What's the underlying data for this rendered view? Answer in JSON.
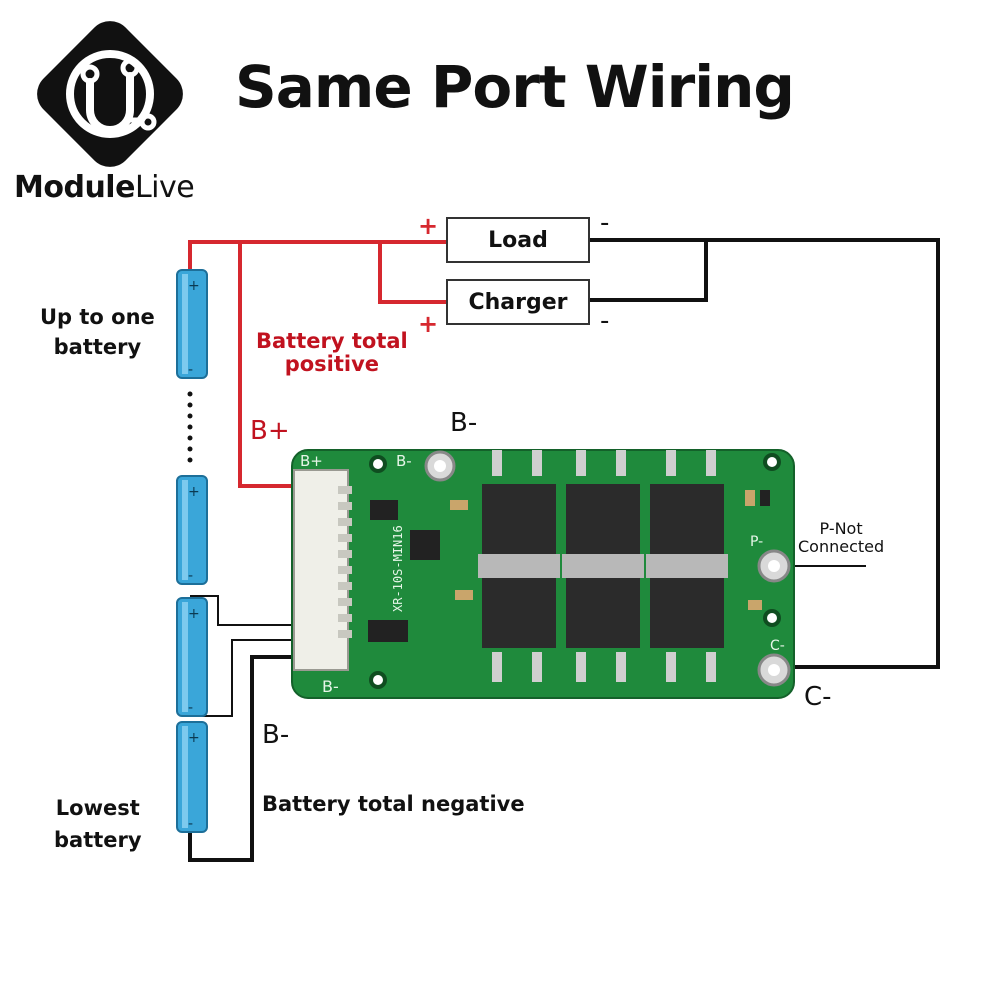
{
  "brand": {
    "name_bold": "Module",
    "name_light": "Live"
  },
  "title": "Same Port Wiring",
  "components": {
    "load": "Load",
    "charger": "Charger"
  },
  "terminals": {
    "load_plus": "+",
    "load_minus": "-",
    "charger_plus": "+",
    "charger_minus": "-"
  },
  "labels": {
    "top_battery": "Up to one battery",
    "top_battery_line1": "Up to one",
    "top_battery_line2": "battery",
    "lowest_battery_line1": "Lowest",
    "lowest_battery_line2": "battery",
    "battery_total_positive_line1": "Battery total",
    "battery_total_positive_line2": "positive",
    "b_plus": "B+",
    "b_minus_top": "B-",
    "b_minus_bottom": "B-",
    "battery_total_negative": "Battery total negative",
    "p_not_connected_line1": "P-Not",
    "p_not_connected_line2": "Connected",
    "c_minus": "C-"
  },
  "pcb": {
    "silk_b_plus": "B+",
    "silk_b_minus_top": "B-",
    "silk_b_minus_bottom": "B-",
    "silk_p": "P-",
    "silk_c": "C-",
    "model": "XR-10S-MIN16"
  },
  "colors": {
    "positive_wire": "#d6282f",
    "negative_wire": "#111111",
    "pcb_green": "#1f8a3c",
    "battery_blue": "#3aa6d9",
    "mosfet": "#2b2b2b"
  }
}
